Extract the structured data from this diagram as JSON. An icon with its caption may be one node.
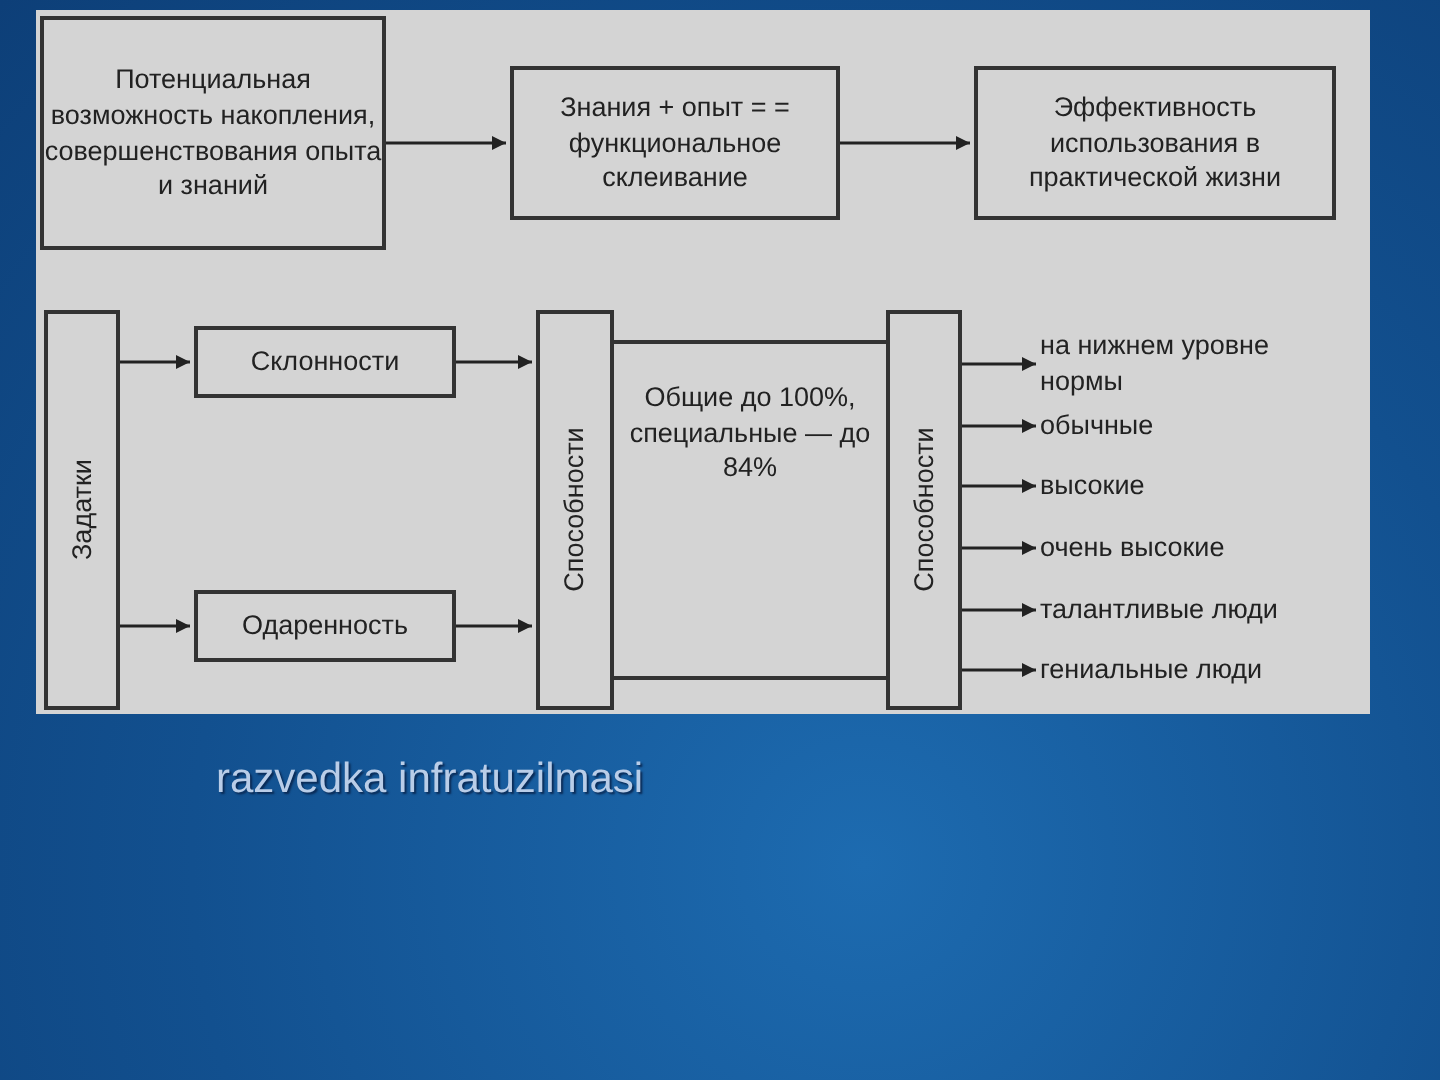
{
  "diagram": {
    "caption": "razvedka infratuzilmasi",
    "nodes": [
      {
        "text": [
          "Потенциальная возможность накопления, совершенствования опыта и знаний"
        ]
      },
      {
        "text": [
          "Знания + опыт = = функциональное склеивание"
        ]
      },
      {
        "text": [
          "Эффективность использования в практической жизни"
        ]
      },
      {
        "text": [
          "Задатки"
        ]
      },
      {
        "text": [
          "Склонности"
        ]
      },
      {
        "text": [
          "Одаренность"
        ]
      },
      {
        "text": [
          "Способности"
        ]
      },
      {
        "text": [
          "Общие до 100%, специальные — до 84%"
        ]
      },
      {
        "text": [
          "Способности"
        ]
      },
      {
        "text": [
          "на нижнем уровне нормы"
        ]
      },
      {
        "text": [
          "обычные"
        ]
      },
      {
        "text": [
          "высокие"
        ]
      },
      {
        "text": [
          "очень высокие"
        ]
      },
      {
        "text": [
          "талантливые люди"
        ]
      },
      {
        "text": [
          "гениальные люди"
        ]
      }
    ],
    "edges": [
      {
        "from": 0,
        "to": 1,
        "arrow": "to"
      },
      {
        "from": 1,
        "to": 2,
        "arrow": "to"
      },
      {
        "from": 3,
        "to": 4,
        "arrow": "to"
      },
      {
        "from": 3,
        "to": 5,
        "arrow": "to"
      },
      {
        "from": 4,
        "to": 6,
        "arrow": "to"
      },
      {
        "from": 5,
        "to": 6,
        "arrow": "to"
      },
      {
        "from": 8,
        "to": 9,
        "arrow": "to"
      },
      {
        "from": 8,
        "to": 10,
        "arrow": "to"
      },
      {
        "from": 8,
        "to": 11,
        "arrow": "to"
      },
      {
        "from": 8,
        "to": 12,
        "arrow": "to"
      },
      {
        "from": 8,
        "to": 13,
        "arrow": "to"
      },
      {
        "from": 8,
        "to": 14,
        "arrow": "to"
      }
    ]
  }
}
